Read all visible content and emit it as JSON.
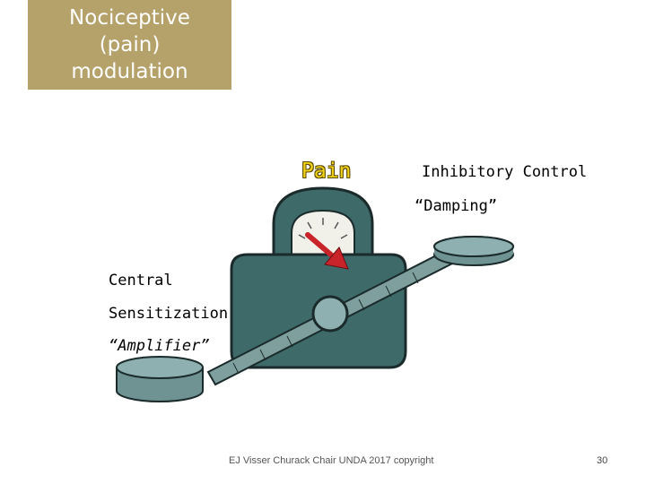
{
  "title": "Nociceptive\n(pain)\nmodulation",
  "labels": {
    "pain": "Pain",
    "inhibitory": "Inhibitory Control",
    "damping": "“Damping”",
    "central": "Central",
    "sensitization": "Sensitization",
    "amplifier": "“Amplifier”"
  },
  "footer": "EJ Visser Churack Chair UNDA 2017 copyright",
  "page_number": "30",
  "colors": {
    "title_bg": "#b5a16a",
    "scale_body": "#3f6a6a",
    "pan": "#8fb0b0",
    "arrow": "#c8242a",
    "pain_text": "#f0d21a"
  }
}
